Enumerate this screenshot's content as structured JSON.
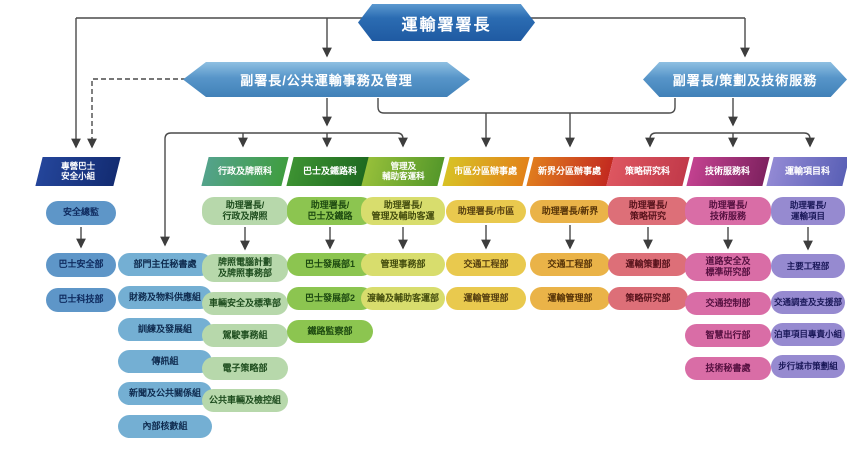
{
  "org": {
    "root": "運輸署署長",
    "deputies": {
      "left": "副署長/公共運輸事務及管理",
      "right": "副署長/策劃及技術服務"
    },
    "columns": [
      {
        "header": "專營巴士\n安全小組",
        "items": [
          "安全總監",
          "巴士安全部",
          "巴士科技部"
        ]
      },
      {
        "header": "",
        "items": [
          "部門主任秘書處",
          "財務及物料供應組",
          "訓練及發展組",
          "傳訊組",
          "新聞及公共關係組",
          "內部核數組"
        ]
      },
      {
        "header": "行政及牌照科",
        "items": [
          "助理署長/\n行政及牌照",
          "牌照電腦計劃\n及牌照事務部",
          "車輛安全及標準部",
          "駕駛事務組",
          "電子策略部",
          "公共車輛及檢控組"
        ]
      },
      {
        "header": "巴士及鐵路科",
        "items": [
          "助理署長/\n巴士及鐵路",
          "巴士發展部1",
          "巴士發展部2",
          "鐵路監察部"
        ]
      },
      {
        "header": "管理及\n輔助客運科",
        "items": [
          "助理署長/\n管理及輔助客運",
          "管理事務部",
          "渡輪及輔助客運部"
        ]
      },
      {
        "header": "市區分區辦事處",
        "items": [
          "助理署長/市區",
          "交通工程部",
          "運輸管理部"
        ]
      },
      {
        "header": "新界分區辦事處",
        "items": [
          "助理署長/新界",
          "交通工程部",
          "運輸管理部"
        ]
      },
      {
        "header": "策略研究科",
        "items": [
          "助理署長/\n策略研究",
          "運輸策劃部",
          "策略研究部"
        ]
      },
      {
        "header": "技術服務科",
        "items": [
          "助理署長/\n技術服務",
          "道路安全及\n標準研究部",
          "交通控制部",
          "智慧出行部",
          "技術秘書處"
        ]
      },
      {
        "header": "運輸項目科",
        "items": [
          "助理署長/\n運輸項目",
          "主要工程部",
          "交通調查及支援部",
          "泊車項目專責小組",
          "步行城市策劃組"
        ]
      }
    ],
    "colors": {
      "root_hex_blue": "#2b6cb2",
      "deputy_hex_blue": "#5795c9",
      "connector_gray": "#4a4a4a",
      "header_navy": "#132c72",
      "header_teal_green": "#3f9d40",
      "header_dark_green": "#1c671f",
      "header_yellow_green": "#55982a",
      "header_yellow_orange": "#e2821a",
      "header_orange_red": "#c32a20",
      "header_red": "#c23a4a",
      "header_magenta": "#7f2260",
      "header_purple": "#5a60b6",
      "pill_blue": "#5e96c8",
      "pill_light_blue": "#74afd3",
      "pill_pale_green": "#b7d8ab",
      "pill_green": "#8cc550",
      "pill_yellow_green": "#d8dd6d",
      "pill_yellow": "#e9c94e",
      "pill_amber": "#eab348",
      "pill_rose": "#dd6f78",
      "pill_pink": "#d96da6",
      "pill_purple": "#968ad0"
    }
  }
}
